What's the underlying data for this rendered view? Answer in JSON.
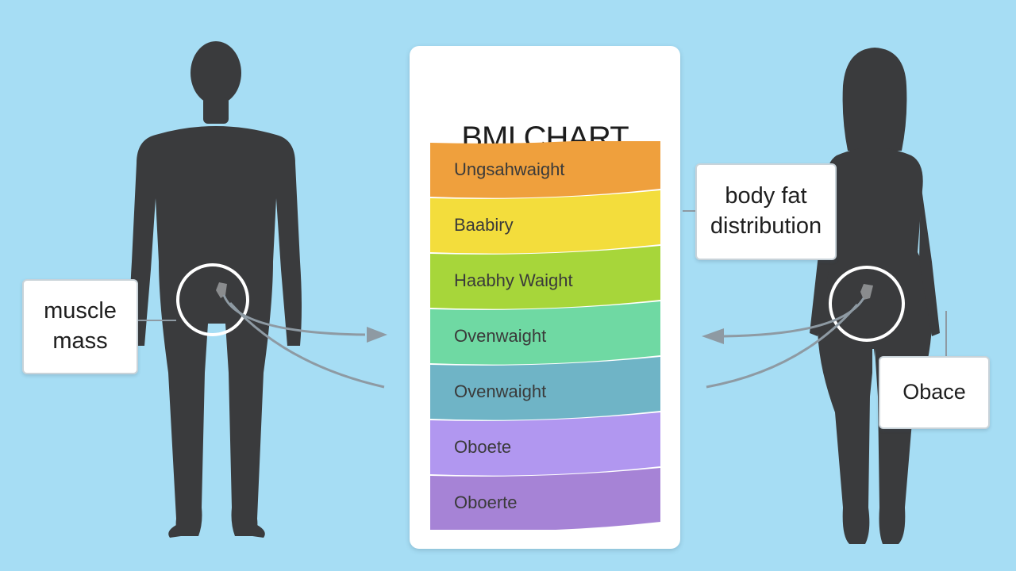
{
  "chart": {
    "title": "BMI CHART",
    "bands": [
      {
        "label": "Ungsahwaight",
        "color": "#efa03d"
      },
      {
        "label": "Baabiry",
        "color": "#f3dd3c"
      },
      {
        "label": "Haabhy  Waight",
        "color": "#a7d63a"
      },
      {
        "label": "Ovenwaight",
        "color": "#6fd9a3"
      },
      {
        "label": "Ovenwaight",
        "color": "#6fb4c6"
      },
      {
        "label": "Oboete",
        "color": "#b197f0"
      },
      {
        "label": "Oboerte",
        "color": "#a683d6"
      }
    ]
  },
  "callouts": {
    "left": "muscle\nmass",
    "right_top": "body fat\ndistribution",
    "right_bottom": "Obace"
  },
  "colors": {
    "background": "#a6ddf4",
    "silhouette": "#3a3b3d",
    "arrow": "#8e9aa3",
    "ring": "#ffffff"
  }
}
